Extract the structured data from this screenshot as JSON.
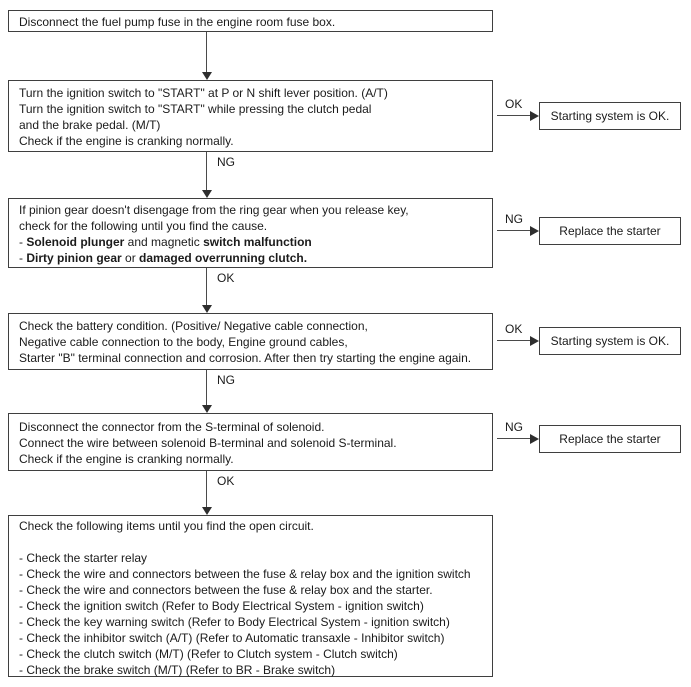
{
  "colors": {
    "background": "#ffffff",
    "line": "#3f3f3f",
    "text": "#1b1b1b"
  },
  "flow": {
    "steps": [
      {
        "id": "step-fuel-pump-fuse",
        "lines": [
          [
            {
              "t": "Disconnect the fuel pump fuse in the engine room fuse box.",
              "b": false
            }
          ]
        ]
      },
      {
        "id": "step-ignition-start-check",
        "lines": [
          [
            {
              "t": "Turn the ignition switch to \"START\" at P or N shift lever position. (A/T)",
              "b": false
            }
          ],
          [
            {
              "t": "Turn the ignition switch to \"START\" while pressing the clutch pedal",
              "b": false
            }
          ],
          [
            {
              "t": "and the brake pedal. (M/T)",
              "b": false
            }
          ],
          [
            {
              "t": "Check if the engine is cranking normally.",
              "b": false
            }
          ]
        ]
      },
      {
        "id": "step-pinion-gear-check",
        "lines": [
          [
            {
              "t": "If pinion gear doesn't disengage from the ring gear when you release key,",
              "b": false
            }
          ],
          [
            {
              "t": "check for the following until you find the cause.",
              "b": false
            }
          ],
          [
            {
              "t": "- ",
              "b": false
            },
            {
              "t": "Solenoid plunger",
              "b": true
            },
            {
              "t": " and magnetic ",
              "b": false
            },
            {
              "t": "switch malfunction",
              "b": true
            }
          ],
          [
            {
              "t": "- ",
              "b": false
            },
            {
              "t": "Dirty pinion gear",
              "b": true
            },
            {
              "t": " or ",
              "b": false
            },
            {
              "t": "damaged overrunning clutch.",
              "b": true
            }
          ]
        ]
      },
      {
        "id": "step-battery-condition-check",
        "lines": [
          [
            {
              "t": "Check the battery condition. (Positive/ Negative cable connection,",
              "b": false
            }
          ],
          [
            {
              "t": "Negative cable connection to the body, Engine ground cables,",
              "b": false
            }
          ],
          [
            {
              "t": "Starter \"B\" terminal connection and corrosion. After then try starting the engine again.",
              "b": false
            }
          ]
        ]
      },
      {
        "id": "step-solenoid-jumper-check",
        "lines": [
          [
            {
              "t": "Disconnect the connector from the S-terminal of solenoid.",
              "b": false
            }
          ],
          [
            {
              "t": "Connect the wire between solenoid B-terminal and solenoid S-terminal.",
              "b": false
            }
          ],
          [
            {
              "t": "Check if the engine is cranking normally.",
              "b": false
            }
          ]
        ]
      },
      {
        "id": "step-open-circuit-checklist",
        "lines": [
          [
            {
              "t": "Check the following items until you find the open circuit.",
              "b": false
            }
          ],
          [],
          [
            {
              "t": "- Check the starter relay",
              "b": false
            }
          ],
          [
            {
              "t": "- Check the wire and connectors between the fuse & relay box and the ignition switch",
              "b": false
            }
          ],
          [
            {
              "t": "- Check the wire and connectors between the fuse & relay box and the starter.",
              "b": false
            }
          ],
          [
            {
              "t": "- Check the ignition switch (Refer to Body Electrical System - ignition switch)",
              "b": false
            }
          ],
          [
            {
              "t": "- Check the key warning switch (Refer to Body Electrical System - ignition switch)",
              "b": false
            }
          ],
          [
            {
              "t": "- Check the inhibitor switch (A/T) (Refer to Automatic transaxle - Inhibitor switch)",
              "b": false
            }
          ],
          [
            {
              "t": "- Check the clutch switch (M/T) (Refer to Clutch system - Clutch switch)",
              "b": false
            }
          ],
          [
            {
              "t": "- Check the brake switch (M/T) (Refer to BR - Brake switch)",
              "b": false
            }
          ]
        ]
      }
    ],
    "connectors": [
      {
        "label": ""
      },
      {
        "label": "NG"
      },
      {
        "label": "OK"
      },
      {
        "label": "NG"
      },
      {
        "label": "OK"
      }
    ],
    "branches": [
      {
        "label": "OK",
        "result": "Starting system is OK."
      },
      {
        "label": "NG",
        "result": "Replace the starter"
      },
      {
        "label": "OK",
        "result": "Starting system is OK."
      },
      {
        "label": "NG",
        "result": "Replace the starter"
      }
    ]
  }
}
